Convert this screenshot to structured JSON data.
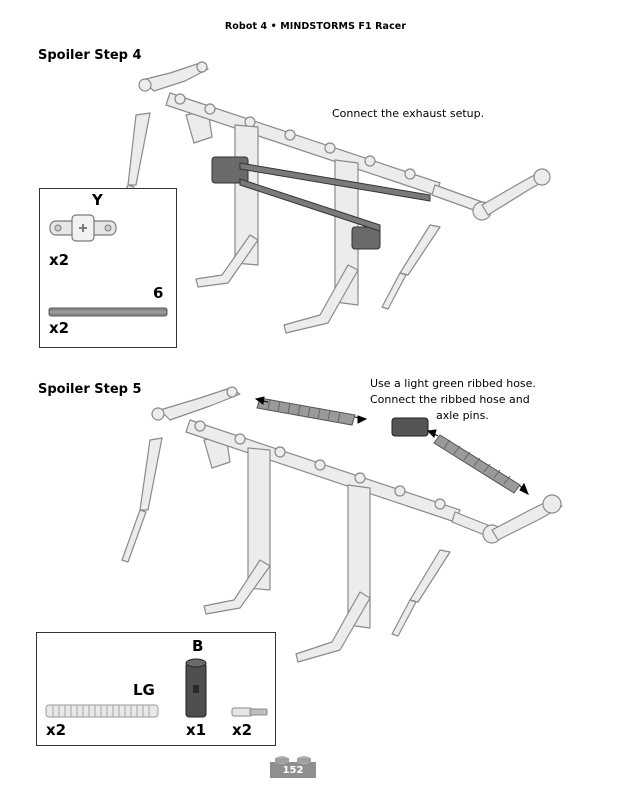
{
  "header": {
    "title": "Robot 4 • MINDSTORMS F1 Racer"
  },
  "step4": {
    "title": "Spoiler Step 4",
    "instruction": "Connect the exhaust setup.",
    "parts": [
      {
        "icon": "cross-block-y-icon",
        "label": "Y",
        "qty": "x2"
      },
      {
        "icon": "axle-6-icon",
        "label": "6",
        "qty": "x2"
      }
    ]
  },
  "step5": {
    "title": "Spoiler Step 5",
    "instruction_lines": [
      "Use a light green ribbed hose.",
      "Connect the ribbed hose and",
      "axle pins."
    ],
    "parts": [
      {
        "icon": "ribbed-hose-icon",
        "label": "LG",
        "qty": "x2"
      },
      {
        "icon": "axle-joiner-b-icon",
        "label": "B",
        "qty": "x1"
      },
      {
        "icon": "axle-pin-icon",
        "label": "",
        "qty": "x2"
      }
    ]
  },
  "footer": {
    "page_number": "152"
  },
  "colors": {
    "part_light": "#e6e6e6",
    "part_outline": "#8a8a8a",
    "part_dark": "#555555",
    "hose": "#9a9a9a"
  }
}
